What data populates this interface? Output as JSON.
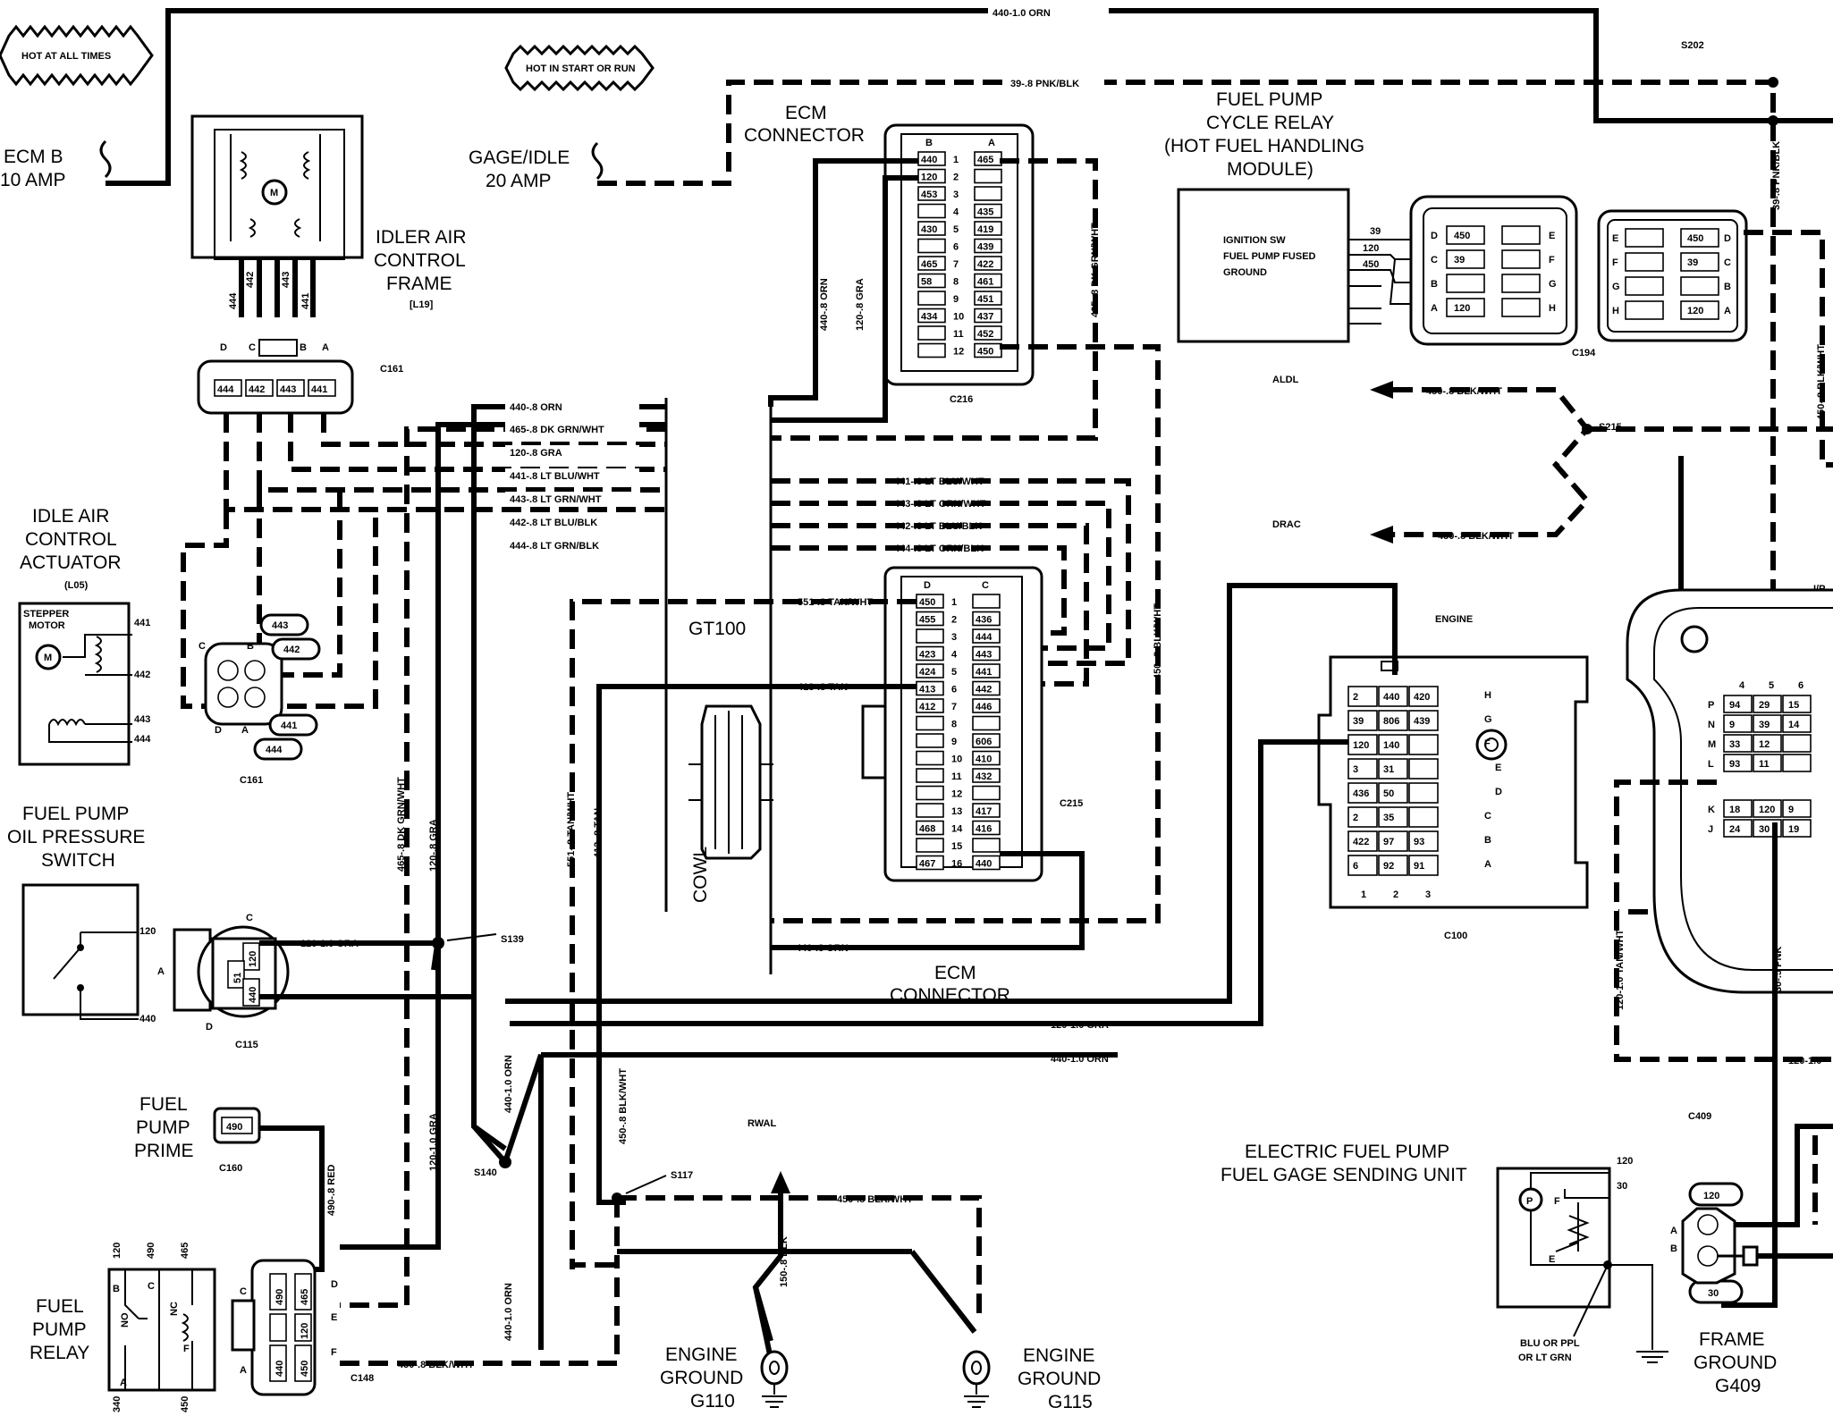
{
  "labels": {
    "hot_all_times": "HOT AT ALL TIMES",
    "hot_start_run": "HOT IN START OR RUN",
    "ecm_b_line1": "ECM B",
    "ecm_b_line2": "10 AMP",
    "gage_idle_line1": "GAGE/IDLE",
    "gage_idle_line2": "20 AMP",
    "s202": "S202",
    "wire_440_top": "440-1.0 ORN",
    "wire_39_top": "39-.8 PNK/BLK",
    "ecm_connector_top_1": "ECM",
    "ecm_connector_top_2": "CONNECTOR",
    "fuel_pump_cycle_1": "FUEL PUMP",
    "fuel_pump_cycle_2": "CYCLE RELAY",
    "fuel_pump_cycle_3": "(HOT FUEL HANDLING",
    "fuel_pump_cycle_4": "MODULE)",
    "relay_ign": "IGNITION SW",
    "relay_fused": "FUEL PUMP FUSED",
    "relay_ground": "GROUND",
    "c194": "C194",
    "idler_air_1": "IDLER AIR",
    "idler_air_2": "CONTROL",
    "idler_air_3": "FRAME",
    "idler_air_4": "[L19]",
    "c161_top": "C161",
    "c216": "C216",
    "idle_actuator_1": "IDLE AIR",
    "idle_actuator_2": "CONTROL",
    "idle_actuator_3": "ACTUATOR",
    "idle_actuator_4": "(L05)",
    "stepper_1": "STEPPER",
    "stepper_2": "MOTOR",
    "c161_bottom": "C161",
    "gt100": "GT100",
    "cowl": "COWL",
    "c215": "C215",
    "ecm_connector_bottom_1": "ECM",
    "ecm_connector_bottom_2": "CONNECTOR",
    "aldl": "ALDL",
    "drac": "DRAC",
    "s215": "S215",
    "engine": "ENGINE",
    "c100": "C100",
    "ip": "I/P",
    "fuel_pump_oil_1": "FUEL PUMP",
    "fuel_pump_oil_2": "OIL PRESSURE",
    "fuel_pump_oil_3": "SWITCH",
    "c115": "C115",
    "s139": "S139",
    "s140": "S140",
    "s117": "S117",
    "rwal": "RWAL",
    "fuel_pump_prime_1": "FUEL",
    "fuel_pump_prime_2": "PUMP",
    "fuel_pump_prime_3": "PRIME",
    "c160": "C160",
    "fuel_pump_relay_1": "FUEL",
    "fuel_pump_relay_2": "PUMP",
    "fuel_pump_relay_3": "RELAY",
    "c148": "C148",
    "engine_ground_g110_1": "ENGINE",
    "engine_ground_g110_2": "GROUND",
    "engine_ground_g110_3": "G110",
    "engine_ground_g115_1": "ENGINE",
    "engine_ground_g115_2": "GROUND",
    "engine_ground_g115_3": "G115",
    "elec_pump_1": "ELECTRIC FUEL PUMP",
    "elec_pump_2": "FUEL GAGE SENDING UNIT",
    "c409": "C409",
    "frame_ground_1": "FRAME",
    "frame_ground_2": "GROUND",
    "frame_ground_3": "G409",
    "blu_ppl": "BLU OR PPL",
    "lt_grn": "OR LT GRN"
  },
  "wires_left_harness": [
    "440-.8 ORN",
    "465-.8 DK GRN/WHT",
    "120-.8 GRA",
    "441-.8 LT BLU/WHT",
    "443-.8 LT GRN/WHT",
    "442-.8 LT BLU/BLK",
    "444-.8 LT GRN/BLK"
  ],
  "wires_right_harness": [
    "441-.8 LT BLU/WHT",
    "443-.8 LT GRN/WHT",
    "442-.8 LT BLU/BLK",
    "444-.8 LT GRN/BLK"
  ],
  "wire_labels": {
    "w551_tan_wht": "551-.8 TAN/WHT",
    "w413_tan": "413-.8 TAN",
    "w440_orn_ecm": "440-.8 ORN",
    "w120_1_gra": "120-1.0 GRA",
    "w440_1_orn": "440-1.0 ORN",
    "w120_1_gra_c115": "120-1.0 GRA",
    "w465_dk_grn": "465-.8 DK GRN/WHT",
    "w120_gra_v": "120-.8 GRA",
    "w551_v": "551-.8 TAN/WHT",
    "w413_v": "413-.8 TAN",
    "w440_orn_v1": "440-.8 ORN",
    "w120_gra_v1": "120-.8 GRA",
    "w465_v1": "465-.8 DK GRN/WHT",
    "w450_blk_wht_v": "450-.8 BLK/WHT",
    "w440_1_orn_v": "440-1.0 ORN",
    "w120_1_gra_v": "120-1.0 GRA",
    "w490_red": "490-.8 RED",
    "w450_blk_wht_c148": "450-.8 BLK/WHT",
    "w450_blk_wht_mid": "450-.8 BLK/WHT",
    "w150_blk": "150-.8 BLK",
    "w450_aldl": "450-.8 BLK/WHT",
    "w450_drac": "450-.8 BLK/WHT",
    "w39_pnk_blk_v": "39-.8 PNK/BLK",
    "w450_blk_wht_right": "450-.8 BLK/WHT",
    "w120_tan_wht": "120-1.0 TAN/WHT",
    "w30_pnk": "30-.5 PNK",
    "w120_1_0_right": "120-1.0"
  },
  "c216_pins": {
    "col_b_head": "B",
    "col_a_head": "A",
    "rows": [
      {
        "n": "1",
        "b": "440",
        "a": "465"
      },
      {
        "n": "2",
        "b": "120",
        "a": ""
      },
      {
        "n": "3",
        "b": "453",
        "a": ""
      },
      {
        "n": "4",
        "b": "",
        "a": "435"
      },
      {
        "n": "5",
        "b": "430",
        "a": "419"
      },
      {
        "n": "6",
        "b": "",
        "a": "439"
      },
      {
        "n": "7",
        "b": "465",
        "a": "422"
      },
      {
        "n": "8",
        "b": "58",
        "a": "461"
      },
      {
        "n": "9",
        "b": "",
        "a": "451"
      },
      {
        "n": "10",
        "b": "434",
        "a": "437"
      },
      {
        "n": "11",
        "b": "",
        "a": "452"
      },
      {
        "n": "12",
        "b": "",
        "a": "450"
      }
    ]
  },
  "c215_pins": {
    "col_d_head": "D",
    "col_c_head": "C",
    "rows": [
      {
        "n": "1",
        "d": "450",
        "c": ""
      },
      {
        "n": "2",
        "d": "455",
        "c": "436"
      },
      {
        "n": "3",
        "d": "",
        "c": "444"
      },
      {
        "n": "4",
        "d": "423",
        "c": "443"
      },
      {
        "n": "5",
        "d": "424",
        "c": "441"
      },
      {
        "n": "6",
        "d": "413",
        "c": "442"
      },
      {
        "n": "7",
        "d": "412",
        "c": "446"
      },
      {
        "n": "8",
        "d": "",
        "c": ""
      },
      {
        "n": "9",
        "d": "",
        "c": "606"
      },
      {
        "n": "10",
        "d": "",
        "c": "410"
      },
      {
        "n": "11",
        "d": "",
        "c": "432"
      },
      {
        "n": "12",
        "d": "",
        "c": ""
      },
      {
        "n": "13",
        "d": "",
        "c": "417"
      },
      {
        "n": "14",
        "d": "468",
        "c": "416"
      },
      {
        "n": "15",
        "d": "",
        "c": ""
      },
      {
        "n": "16",
        "d": "467",
        "c": "440"
      }
    ]
  },
  "c100_pins": {
    "rows": [
      [
        "2",
        "440",
        "420"
      ],
      [
        "39",
        "806",
        "439"
      ],
      [
        "120",
        "140",
        ""
      ],
      [
        "3",
        "31",
        ""
      ],
      [
        "436",
        "50",
        ""
      ],
      [
        "2",
        "35",
        ""
      ],
      [
        "422",
        "97",
        "93"
      ],
      [
        "6",
        "92",
        "91"
      ]
    ],
    "right_letters": [
      "H",
      "G",
      "F",
      "E",
      "D",
      "C",
      "B",
      "A"
    ],
    "bottom_numbers": [
      "1",
      "2",
      "3"
    ]
  },
  "ip_pins": {
    "head": [
      "4",
      "5",
      "6"
    ],
    "rows": [
      {
        "l": "P",
        "v": [
          "94",
          "29",
          "15"
        ]
      },
      {
        "l": "N",
        "v": [
          "9",
          "39",
          "14"
        ]
      },
      {
        "l": "M",
        "v": [
          "33",
          "12",
          ""
        ]
      },
      {
        "l": "L",
        "v": [
          "93",
          "11",
          ""
        ]
      },
      {
        "l": "K",
        "v": [
          "18",
          "120",
          "9"
        ]
      },
      {
        "l": "J",
        "v": [
          "24",
          "30",
          "19"
        ]
      }
    ]
  },
  "c194_pins": {
    "left_letters": [
      "D",
      "C",
      "B",
      "A"
    ],
    "right_letters": [
      "E",
      "F",
      "G",
      "H"
    ],
    "left_vals": [
      "450",
      "39",
      "",
      "120"
    ],
    "mirror_left_letters": [
      "E",
      "F",
      "G",
      "H"
    ],
    "mirror_right_letters": [
      "D",
      "C",
      "B",
      "A"
    ],
    "mirror_vals": [
      "450",
      "39",
      "",
      "120"
    ],
    "relay_wires": [
      "39",
      "120",
      "450"
    ]
  },
  "c161_pins": {
    "letters": [
      "D",
      "C",
      "B",
      "A"
    ],
    "vals": [
      "444",
      "442",
      "443",
      "441"
    ],
    "wire_nums": [
      "444",
      "442",
      "443",
      "441"
    ]
  },
  "actuator_pins": {
    "labels": [
      "443",
      "442",
      "441",
      "444"
    ],
    "letters": [
      "C",
      "B",
      "D",
      "A"
    ],
    "motor_nums": [
      "441",
      "442",
      "443",
      "444"
    ]
  },
  "c115_pins": {
    "vals": [
      "120",
      "51",
      "440"
    ],
    "letters": [
      "C",
      "A",
      "D"
    ],
    "switch_nums": [
      "120",
      "440"
    ]
  },
  "c148_pins": {
    "vals": [
      "490",
      "465",
      "120",
      "440",
      "450"
    ],
    "letters": [
      "C",
      "D",
      "E",
      "A",
      "F"
    ],
    "relay_top": [
      "120",
      "490",
      "465"
    ],
    "relay_bottom": [
      "340",
      "A",
      "450"
    ],
    "relay_side": [
      "C",
      "NO",
      "NC",
      "B",
      "F"
    ]
  },
  "c160_val": "490",
  "c409_pins": {
    "top": "120",
    "bottom": "30",
    "letters": [
      "A",
      "B"
    ],
    "pump_nums": [
      "120",
      "30"
    ],
    "pump_letters": [
      "P",
      "F",
      "E"
    ]
  }
}
